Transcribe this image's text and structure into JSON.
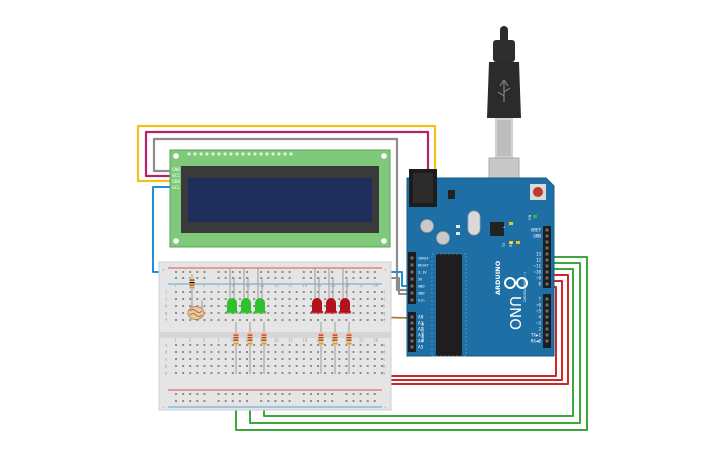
{
  "lcd": {
    "pin_labels": [
      "GND",
      "VCC",
      "SDA",
      "SCL"
    ]
  },
  "arduino": {
    "brand": "ARDUINO",
    "model": "UNO",
    "digital_caption": "DIGITAL (PWM ~)",
    "analog_caption": "ANALOG IN",
    "power_pins": [
      "IOREF",
      "RESET",
      "3.3V",
      "5V",
      "GND",
      "GND",
      "Vin"
    ],
    "analog_pins": [
      "A0",
      "A1",
      "A2",
      "A3",
      "A4",
      "A5"
    ],
    "digital_pins": [
      "AREF",
      "GND",
      "13",
      "12",
      "~11",
      "~10",
      "~9",
      "8",
      "7",
      "~6",
      "~5",
      "4",
      "~3",
      "2",
      "TX▶1",
      "RX◀0"
    ],
    "small_labels": [
      "TX",
      "RX",
      "L",
      "ON"
    ]
  },
  "breadboard": {
    "row_letters_top": [
      "j",
      "i",
      "h",
      "g",
      "f"
    ],
    "row_letters_bottom": [
      "e",
      "d",
      "c",
      "b",
      "a"
    ],
    "rail_plus": "+",
    "rail_minus": "−",
    "column_numbers": [
      "1",
      "3",
      "5",
      "7",
      "9",
      "11",
      "13",
      "15",
      "17",
      "19",
      "21",
      "23",
      "25",
      "27",
      "29"
    ]
  },
  "colors": {
    "wire_yellow": "#f2c21b",
    "wire_magenta": "#b3226a",
    "wire_gray": "#8c8c8c",
    "wire_blue": "#1f8fd6",
    "wire_green": "#3ca83c",
    "wire_red": "#d0262a",
    "wire_brown": "#b07a3a",
    "led_green": "#2fbf2f",
    "led_red": "#b3121b",
    "board_blue": "#1d6fa5",
    "lcd_green": "#7fc97a",
    "lcd_screen": "#1e2f5e"
  }
}
